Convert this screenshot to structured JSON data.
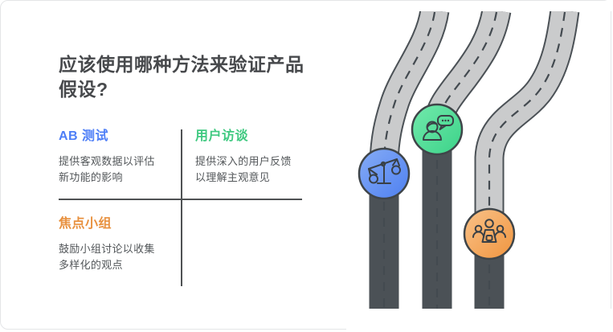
{
  "title": "应该使用哪种方法来验证产品\n假设?",
  "quadrants": [
    {
      "heading": "AB 测试",
      "body": "提供客观数据以评估\n新功能的影响",
      "accent_color": "#4d7ef7",
      "icon": "balance-scale-icon"
    },
    {
      "heading": "用户访谈",
      "body": "提供深入的用户反馈\n以理解主观意见",
      "accent_color": "#3fc980",
      "icon": "person-speech-bubble-icon"
    },
    {
      "heading": "焦点小组",
      "body": "鼓励小组讨论以收集\n多样化的观点",
      "accent_color": "#e8913f",
      "icon": "focus-group-icon"
    }
  ],
  "graphic": {
    "description": "three winding gray roads ending in colored circular badges with straight colored roads below",
    "road_fill_color": "#cacbcc",
    "road_outline_color": "#4b5156",
    "dash_color": "#434a50",
    "blue_road_colors": [
      "#7da6f5",
      "#4a7df2"
    ],
    "green_road_colors": [
      "#69e3a6",
      "#3ed086"
    ],
    "orange_road_colors": [
      "#f7b671",
      "#ef9440"
    ],
    "blue_badge_colors": [
      "#86acf6",
      "#4e80f0"
    ],
    "green_badge_colors": [
      "#72e9ac",
      "#3cd389"
    ],
    "orange_badge_colors": [
      "#f9c289",
      "#f0953f"
    ]
  }
}
